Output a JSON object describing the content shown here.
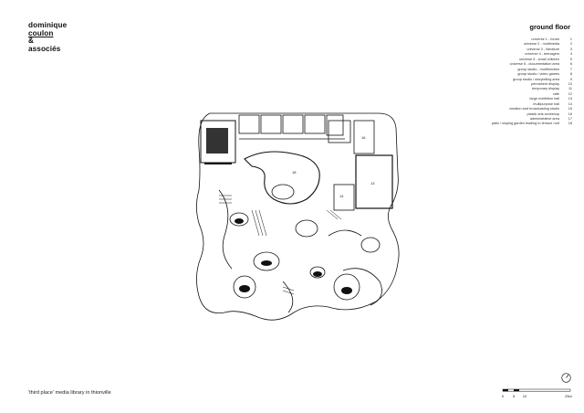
{
  "brand": {
    "lines": [
      "dominique",
      "coulon",
      "&",
      "associés"
    ]
  },
  "sheet": {
    "title": "ground floor",
    "caption": "'third place' media library in thionville"
  },
  "legend": [
    {
      "label": "universe 1 - forum",
      "num": "1"
    },
    {
      "label": "universe 2 - multimedia",
      "num": "2"
    },
    {
      "label": "universe 3 - literature",
      "num": "3"
    },
    {
      "label": "universe 4 - teenagers",
      "num": "4"
    },
    {
      "label": "universe 5 - small children",
      "num": "5"
    },
    {
      "label": "universe 6 - documentation area",
      "num": "6"
    },
    {
      "label": "group studio - multifunction",
      "num": "7"
    },
    {
      "label": "group studio / video games",
      "num": "8"
    },
    {
      "label": "group studio / storytelling area",
      "num": "9"
    },
    {
      "label": "permanent display",
      "num": "10"
    },
    {
      "label": "temporary display",
      "num": "11"
    },
    {
      "label": "cafe",
      "num": "12"
    },
    {
      "label": "large exhibition hall",
      "num": "13"
    },
    {
      "label": "multipurpose hall",
      "num": "14"
    },
    {
      "label": "creation and broadcasting studio",
      "num": "15"
    },
    {
      "label": "plastic arts workshop",
      "num": "16"
    },
    {
      "label": "administrative area",
      "num": "17"
    },
    {
      "label": "patio / sloping garden leading to terrace roof",
      "num": "18"
    }
  ],
  "plan_labels": {
    "l18": "18",
    "l16": "16",
    "l14": "14",
    "l13": "13"
  },
  "scale": {
    "ticks": [
      "0",
      "5",
      "10",
      "25m"
    ]
  },
  "icons": {
    "north": "north-arrow-icon"
  },
  "colors": {
    "ink": "#111111",
    "background": "#ffffff"
  }
}
